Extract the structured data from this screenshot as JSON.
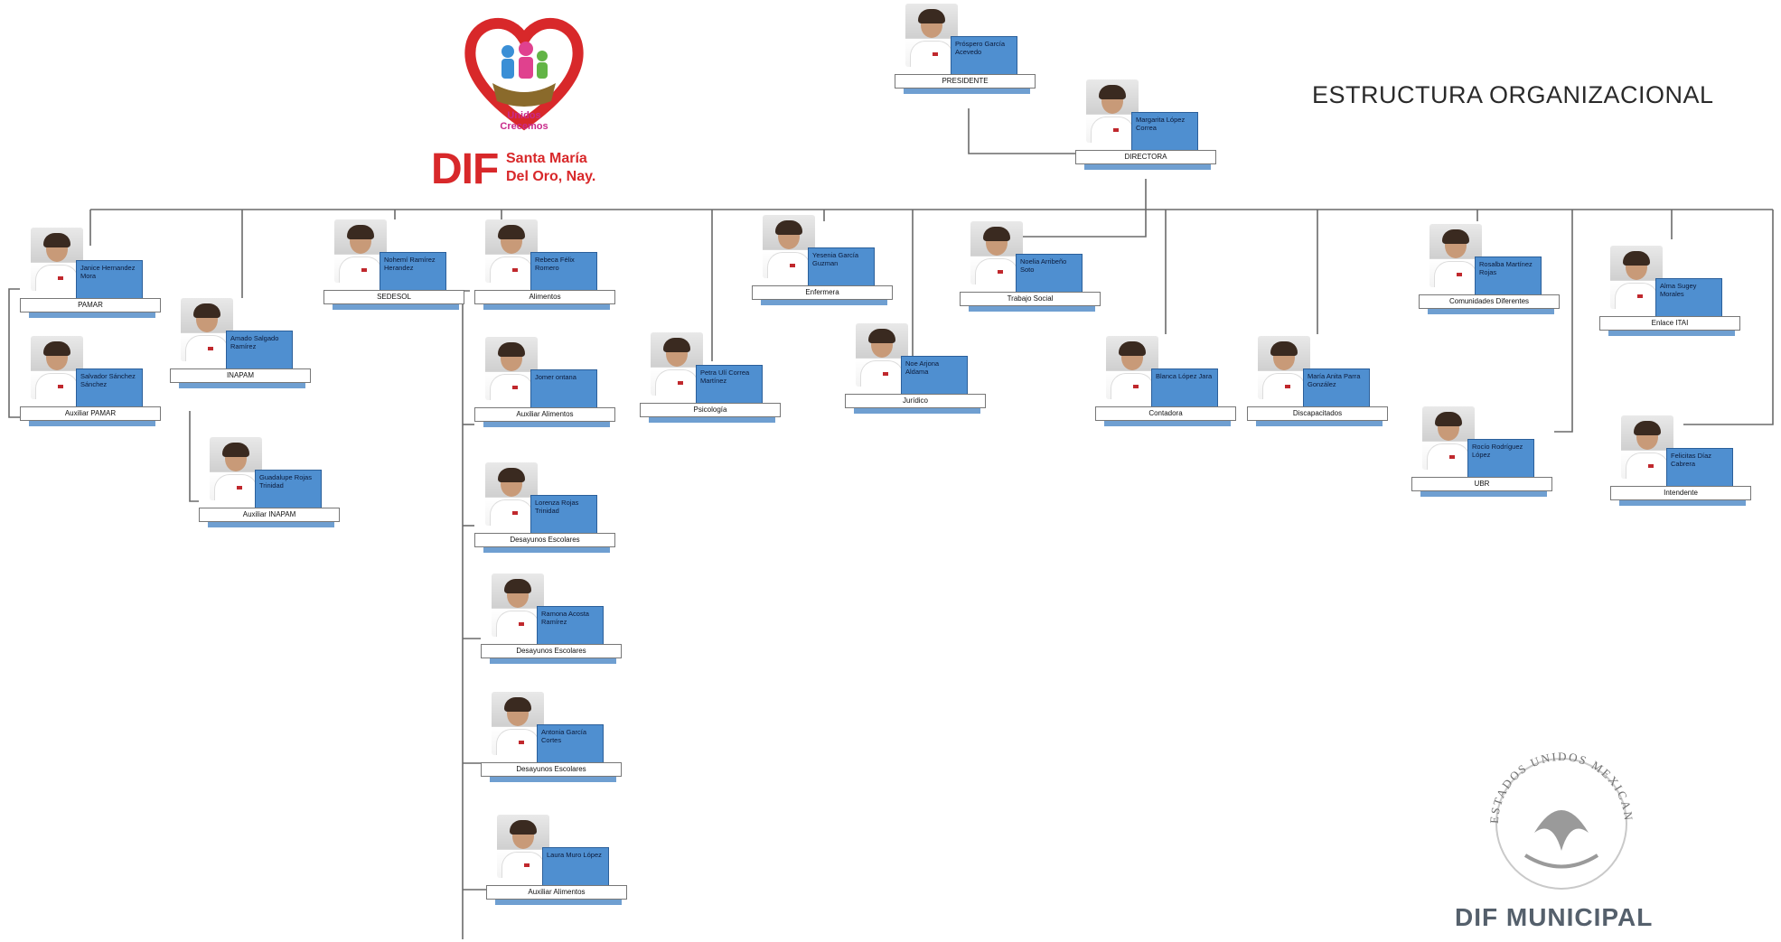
{
  "header": {
    "title": "ESTRUCTURA ORGANIZACIONAL",
    "logo_slogan": "Unidos Crecemos",
    "logo_dif": "DIF",
    "logo_place_line1": "Santa María",
    "logo_place_line2": "Del Oro, Nay."
  },
  "footer": {
    "seal_text": "ESTADOS UNIDOS MEXICANOS",
    "seal_caption": "DIF MUNICIPAL"
  },
  "colors": {
    "name_box": "#4f8fd0",
    "role_shadow": "#6f9fd1",
    "logo_red": "#d8282a",
    "connector": "#6a6a6a"
  },
  "nodes": [
    {
      "id": "presidente",
      "name": "Próspero García Acevedo",
      "role": "PRESIDENTE"
    },
    {
      "id": "directora",
      "name": "Margarita López Correa",
      "role": "DIRECTORA"
    },
    {
      "id": "pamar",
      "name": "Janice Hernandez Mora",
      "role": "PAMAR"
    },
    {
      "id": "aux-pamar",
      "name": "Salvador Sánchez Sánchez",
      "role": "Auxiliar PAMAR"
    },
    {
      "id": "inapam",
      "name": "Amado Salgado Ramírez",
      "role": "INAPAM"
    },
    {
      "id": "aux-inapam",
      "name": "Guadalupe Rojas Trinidad",
      "role": "Auxiliar INAPAM"
    },
    {
      "id": "sedesol",
      "name": "Nohemí Ramírez Herandez",
      "role": "SEDESOL"
    },
    {
      "id": "alimentos",
      "name": "Rebeca Félix Romero",
      "role": "Alimentos"
    },
    {
      "id": "aux-alimentos-1",
      "name": "Jomer ontana",
      "role": "Auxiliar Alimentos"
    },
    {
      "id": "desayunos-1",
      "name": "Lorenza Rojas Trinidad",
      "role": "Desayunos Escolares"
    },
    {
      "id": "desayunos-2",
      "name": "Ramona Acosta Ramírez",
      "role": "Desayunos Escolares"
    },
    {
      "id": "desayunos-3",
      "name": "Antonia García Cortes",
      "role": "Desayunos Escolares"
    },
    {
      "id": "aux-alimentos-2",
      "name": "Laura Muro López",
      "role": "Auxiliar Alimentos"
    },
    {
      "id": "psicologia",
      "name": "Petra Ulí Correa Martínez",
      "role": "Psicología"
    },
    {
      "id": "enfermera",
      "name": "Yesenia García Guzman",
      "role": "Enfermera"
    },
    {
      "id": "juridico",
      "name": "Noe Arjona Aldama",
      "role": "Jurídico"
    },
    {
      "id": "trabajo-social",
      "name": "Noelia Arribeño Soto",
      "role": "Trabajo Social"
    },
    {
      "id": "contadora",
      "name": "Blanca López Jara",
      "role": "Contadora"
    },
    {
      "id": "discapacitados",
      "name": "María Anita Parra González",
      "role": "Discapacitados"
    },
    {
      "id": "comunidades",
      "name": "Rosalba Martínez Rojas",
      "role": "Comunidades Diferentes"
    },
    {
      "id": "ubr",
      "name": "Rocío Rodríguez López",
      "role": "UBR"
    },
    {
      "id": "enlace-itai",
      "name": "Alma Sugey Morales",
      "role": "Enlace ITAI"
    },
    {
      "id": "intendente",
      "name": "Felicitas Díaz Cabrera",
      "role": "Intendente"
    }
  ]
}
